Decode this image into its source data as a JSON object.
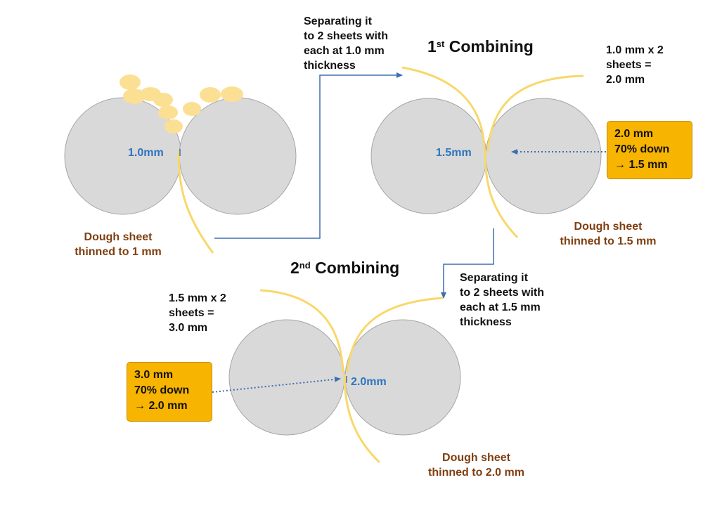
{
  "stages": {
    "initial": {
      "gap_label": "1.0mm",
      "result_line1": "Dough sheet",
      "result_line2": "thinned to 1 mm"
    },
    "first": {
      "title": "Combining",
      "title_sup": "st",
      "title_num": "1",
      "separate_lines": [
        "Separating it",
        "to 2 sheets with",
        "each at 1.0 mm",
        "thickness"
      ],
      "sum_lines": [
        "1.0 mm x 2",
        "sheets =",
        "2.0 mm"
      ],
      "gap_label": "1.5mm",
      "box_lines": [
        "2.0 mm",
        "70%  down",
        "→ 1.5 mm"
      ],
      "result_line1": "Dough sheet",
      "result_line2": "thinned to 1.5 mm"
    },
    "second": {
      "title": "Combining",
      "title_sup": "nd",
      "title_num": "2",
      "separate_lines": [
        "Separating it",
        "to 2 sheets with",
        "each at 1.5 mm",
        "thickness"
      ],
      "sum_lines": [
        "1.5 mm x 2",
        "sheets =",
        "3.0 mm"
      ],
      "gap_label": "2.0mm",
      "box_lines": [
        "3.0 mm",
        "70%  down",
        "→ 2.0 mm"
      ],
      "result_line1": "Dough sheet",
      "result_line2": "thinned to 2.0 mm"
    }
  },
  "colors": {
    "roller": "#d9d9d9",
    "roller_edge": "#a6a6a6",
    "dough": "#f8d86a",
    "dough_piece": "#fbe094",
    "arrow": "#3e6fb0",
    "gap_text": "#2f74c0",
    "box": "#f7b400",
    "result_text": "#7f3f10"
  }
}
